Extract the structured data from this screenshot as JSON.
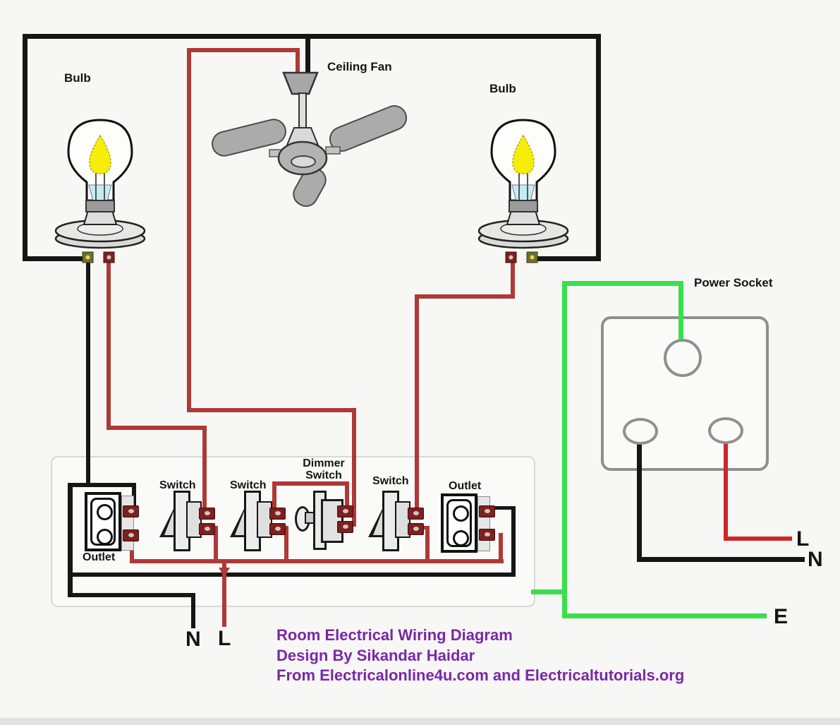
{
  "diagram": {
    "labels": {
      "bulb_left": "Bulb",
      "bulb_right": "Bulb",
      "ceiling_fan": "Ceiling Fan",
      "power_socket": "Power Socket"
    },
    "board": {
      "switch1": "Switch",
      "switch2": "Switch",
      "dimmer_line1": "Dimmer",
      "dimmer_line2": "Switch",
      "switch3": "Switch",
      "outlet_left": "Outlet",
      "outlet_right": "Outlet"
    },
    "mains": {
      "neutral": "N",
      "live": "L"
    },
    "socket_terminals": {
      "live": "L",
      "neutral": "N",
      "earth": "E"
    },
    "colors": {
      "live_wire": "#ae3936",
      "neutral_wire": "#161616",
      "earth_wire": "#3bdf4d",
      "socket_live_wire": "#cd2726",
      "bulb_glow": "#f6ed0a",
      "footer_text": "#7a27a8"
    },
    "footer": {
      "line1": "Room Electrical Wiring Diagram",
      "line2": "Design By Sikandar Haidar",
      "line3": "From Electricalonline4u.com and Electricaltutorials.org"
    }
  }
}
